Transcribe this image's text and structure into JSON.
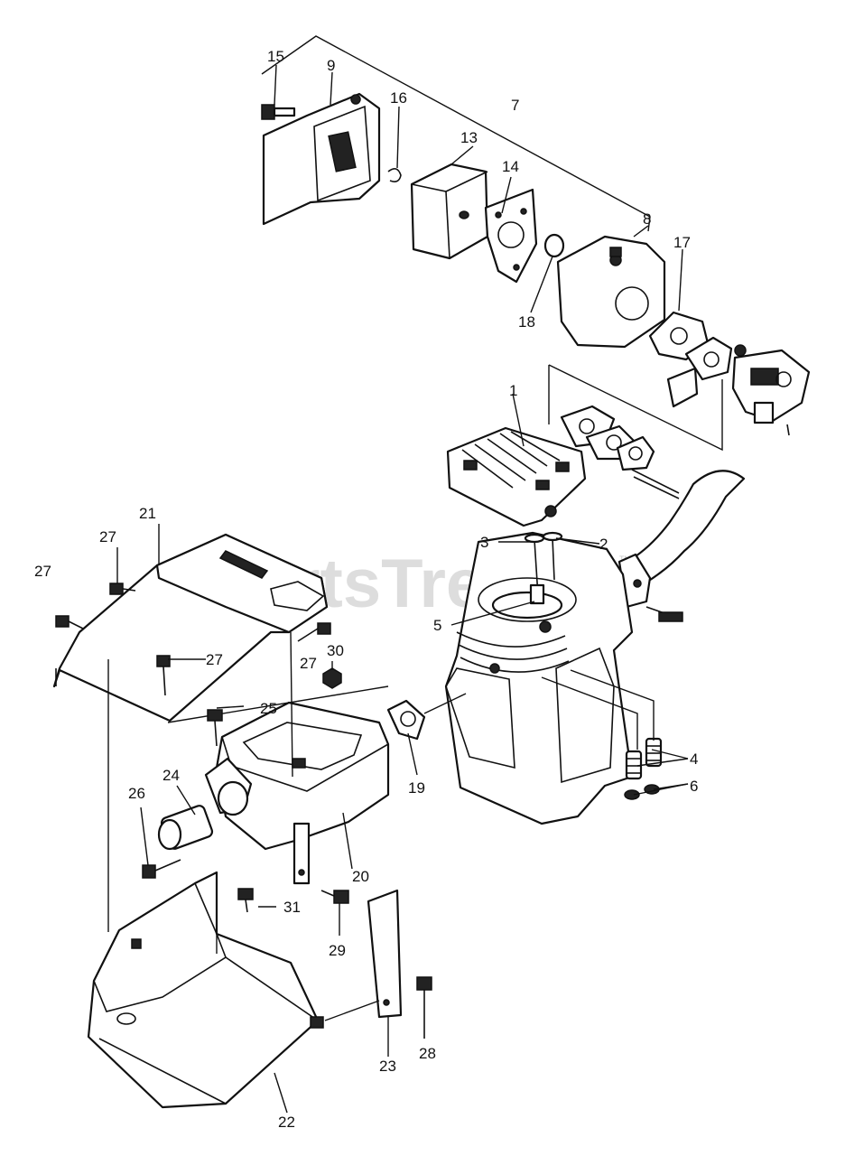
{
  "watermark": {
    "text": "PartsTree",
    "trademark": "TM"
  },
  "callouts": [
    {
      "id": "c1",
      "label": "1"
    },
    {
      "id": "c2",
      "label": "2"
    },
    {
      "id": "c3",
      "label": "3"
    },
    {
      "id": "c4",
      "label": "4"
    },
    {
      "id": "c5",
      "label": "5"
    },
    {
      "id": "c6",
      "label": "6"
    },
    {
      "id": "c7",
      "label": "7"
    },
    {
      "id": "c8",
      "label": "8"
    },
    {
      "id": "c9",
      "label": "9"
    },
    {
      "id": "c13",
      "label": "13"
    },
    {
      "id": "c14",
      "label": "14"
    },
    {
      "id": "c15",
      "label": "15"
    },
    {
      "id": "c16",
      "label": "16"
    },
    {
      "id": "c17",
      "label": "17"
    },
    {
      "id": "c18",
      "label": "18"
    },
    {
      "id": "c19",
      "label": "19"
    },
    {
      "id": "c20",
      "label": "20"
    },
    {
      "id": "c21",
      "label": "21"
    },
    {
      "id": "c22",
      "label": "22"
    },
    {
      "id": "c23",
      "label": "23"
    },
    {
      "id": "c24",
      "label": "24"
    },
    {
      "id": "c25",
      "label": "25"
    },
    {
      "id": "c26",
      "label": "26"
    },
    {
      "id": "c27a",
      "label": "27"
    },
    {
      "id": "c27b",
      "label": "27"
    },
    {
      "id": "c27c",
      "label": "27"
    },
    {
      "id": "c27d",
      "label": "27"
    },
    {
      "id": "c28",
      "label": "28"
    },
    {
      "id": "c29",
      "label": "29"
    },
    {
      "id": "c30",
      "label": "30"
    },
    {
      "id": "c31",
      "label": "31"
    }
  ]
}
